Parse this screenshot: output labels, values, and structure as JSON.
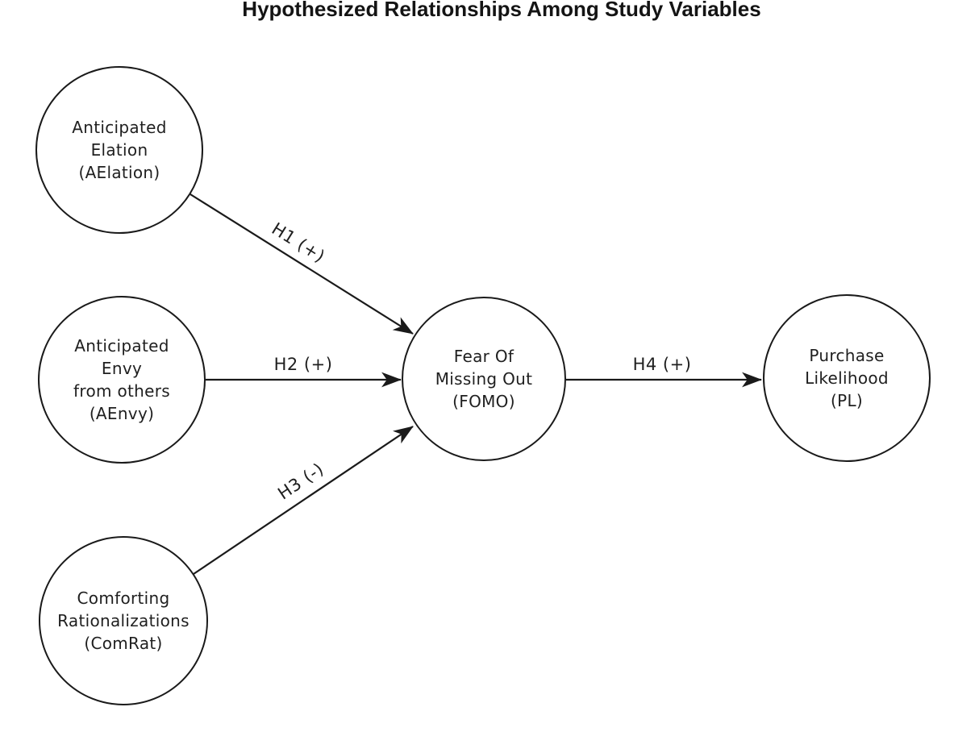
{
  "title": "Hypothesized Relationships Among Study Variables",
  "diagram": {
    "colors": {
      "stroke": "#1a1a1a",
      "background": "#ffffff"
    },
    "nodes": [
      {
        "id": "AElation",
        "label": "Anticipated\nElation\n(AElation)"
      },
      {
        "id": "AEnvy",
        "label": "Anticipated\nEnvy\nfrom others\n(AEnvy)"
      },
      {
        "id": "ComRat",
        "label": "Comforting\nRationalizations\n(ComRat)"
      },
      {
        "id": "FOMO",
        "label": "Fear Of\nMissing Out\n(FOMO)"
      },
      {
        "id": "PL",
        "label": "Purchase\nLikelihood\n(PL)"
      }
    ],
    "edges": [
      {
        "id": "H1",
        "label": "H1 (+)",
        "from": "AElation",
        "to": "FOMO",
        "sign": "positive"
      },
      {
        "id": "H2",
        "label": "H2 (+)",
        "from": "AEnvy",
        "to": "FOMO",
        "sign": "positive"
      },
      {
        "id": "H3",
        "label": "H3 (-)",
        "from": "ComRat",
        "to": "FOMO",
        "sign": "negative"
      },
      {
        "id": "H4",
        "label": "H4 (+)",
        "from": "FOMO",
        "to": "PL",
        "sign": "positive"
      }
    ]
  }
}
